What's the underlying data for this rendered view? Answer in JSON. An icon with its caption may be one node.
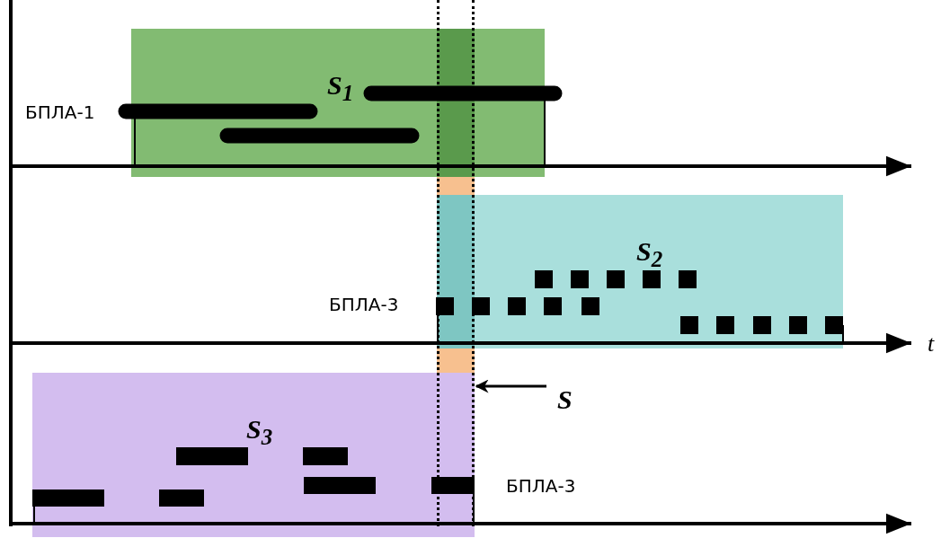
{
  "diagram": {
    "nodes": [
      {
        "text": [
          "S$_{1}$"
        ]
      },
      {
        "text": [
          "S$_{2}$"
        ]
      },
      {
        "text": [
          "S$_{3}$"
        ]
      },
      {
        "text": [
          "S"
        ]
      },
      {
        "text": [],
        "shape": "bar"
      }
    ],
    "edges": [
      {
        "from": 3,
        "to": 4,
        "arrow": "to"
      }
    ],
    "labels": [
      "БПЛА-1",
      "БПЛА-3",
      "t",
      "БПЛА-3"
    ]
  }
}
